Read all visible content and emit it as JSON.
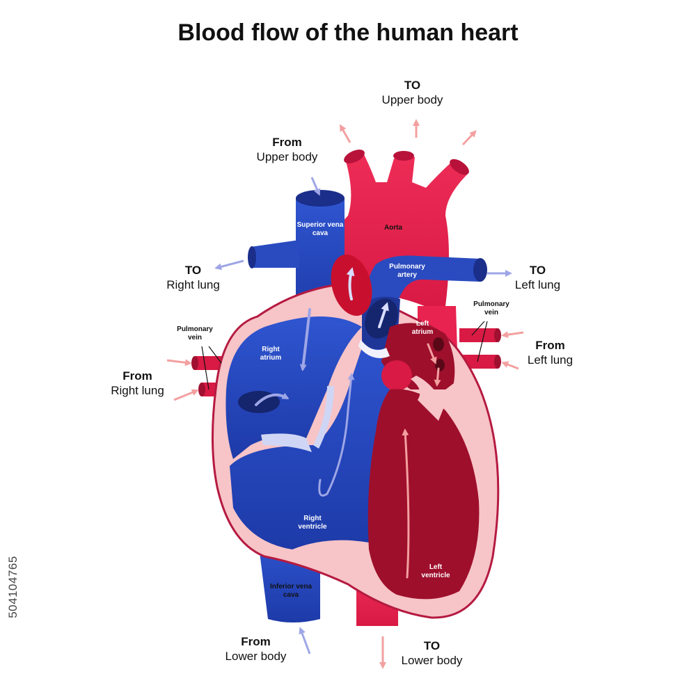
{
  "title": "Blood flow of the human heart",
  "flow_labels": {
    "to_upper_body": {
      "dir": "TO",
      "dest": "Upper body"
    },
    "from_upper_body": {
      "dir": "From",
      "dest": "Upper body"
    },
    "to_right_lung": {
      "dir": "TO",
      "dest": "Right lung"
    },
    "to_left_lung": {
      "dir": "TO",
      "dest": "Left lung"
    },
    "from_right_lung": {
      "dir": "From",
      "dest": "Right lung"
    },
    "from_left_lung": {
      "dir": "From",
      "dest": "Left lung"
    },
    "from_lower_body": {
      "dir": "From",
      "dest": "Lower body"
    },
    "to_lower_body": {
      "dir": "TO",
      "dest": "Lower body"
    }
  },
  "structures": {
    "superior_vena_cava": "Superior vena cava",
    "aorta": "Aorta",
    "pulmonary_artery": "Pulmonary artery",
    "pulmonary_vein_left": "Pulmonary vein",
    "pulmonary_vein_right": "Pulmonary vein",
    "right_atrium": "Right atrium",
    "left_atrium": "Left atrium",
    "right_ventricle": "Right ventricle",
    "left_ventricle": "Left ventricle",
    "inferior_vena_cava": "Inferior vena cava"
  },
  "stock_id": "504104765",
  "colors": {
    "deoxygenated": "#2a4bbf",
    "oxygenated": "#e8234f",
    "left_heart": "#9e0f2c",
    "wall": "#f7c4c7",
    "arrow_blue": "#9ea6e6",
    "arrow_red": "#f3a0a0"
  }
}
